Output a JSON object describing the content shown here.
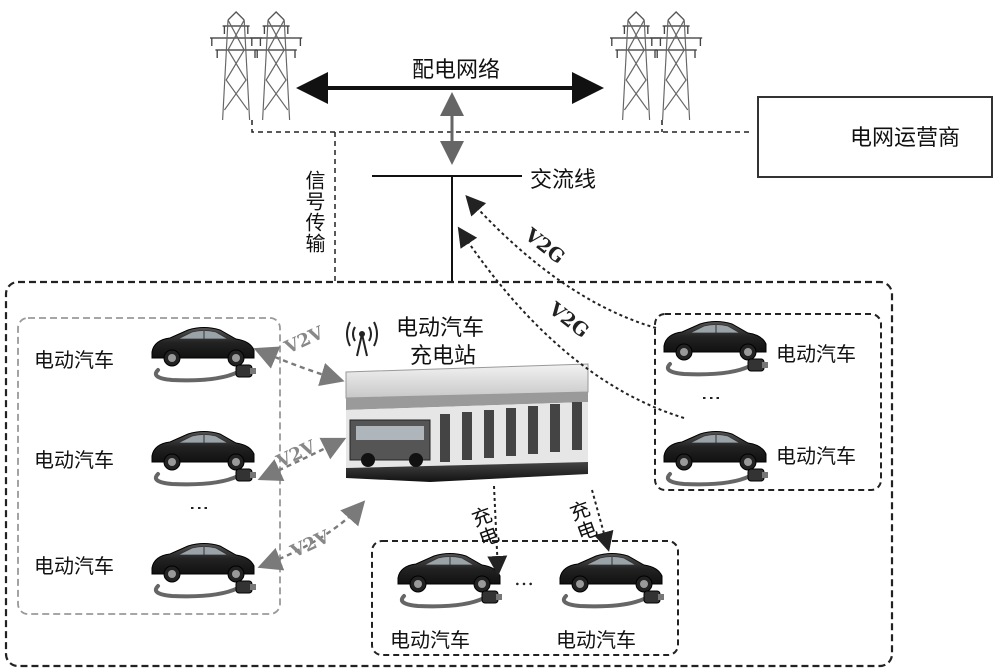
{
  "grid": {
    "network_label": "配电网络",
    "ac_line_label": "交流线",
    "signal_label": "信号传输",
    "operator_label": "电网运营商"
  },
  "station": {
    "title_line1": "电动汽车",
    "title_line2": "充电站"
  },
  "left_group": {
    "cars": [
      "电动汽车",
      "电动汽车",
      "电动汽车"
    ],
    "v2v_labels": [
      "V2V",
      "V2V",
      "V2V"
    ]
  },
  "right_group": {
    "cars": [
      "电动汽车",
      "电动汽车"
    ],
    "v2g_labels": [
      "V2G",
      "V2G"
    ]
  },
  "bottom_group": {
    "cars": [
      "电动汽车",
      "电动汽车"
    ],
    "charge_labels": [
      "充电",
      "充电"
    ]
  },
  "ellipsis": "…",
  "vertical_ellipsis": "⋮",
  "colors": {
    "line": "#222222",
    "grey_line": "#888888",
    "arrow": "#555555"
  }
}
